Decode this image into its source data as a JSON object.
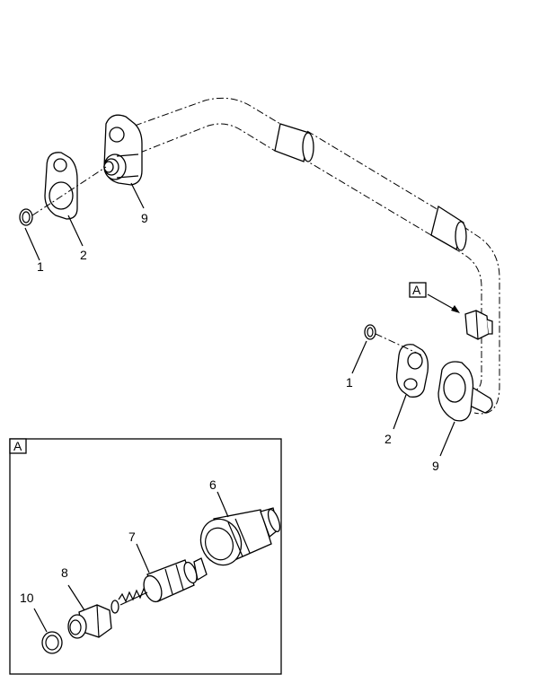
{
  "callouts": {
    "upper_left": {
      "oring": "1",
      "gasket": "2",
      "flange": "9"
    },
    "right": {
      "oring": "1",
      "gasket": "2",
      "flange": "9"
    },
    "view_ref": "A",
    "detail": {
      "frame_label": "A",
      "housing": "6",
      "valve": "7",
      "plug": "8",
      "oring": "10"
    }
  }
}
